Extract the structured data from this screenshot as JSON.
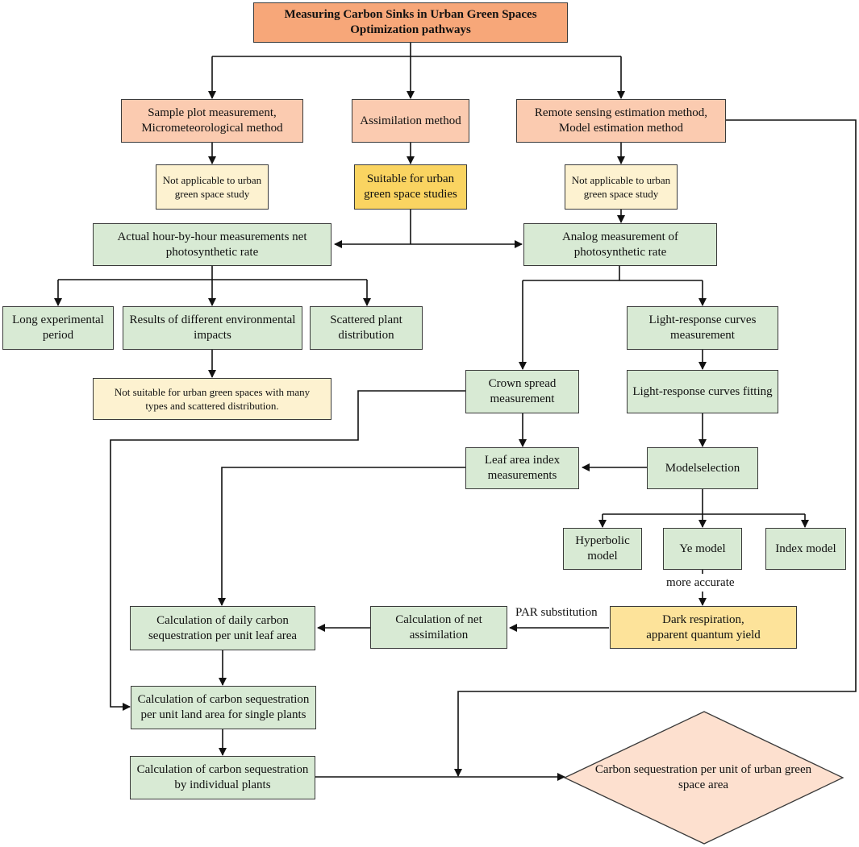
{
  "nodes": {
    "title": "Measuring Carbon Sinks in Urban Green Spaces\nOptimization pathways",
    "sample_plot": "Sample plot measurement,\nMicrometeorological method",
    "assimilation": "Assimilation method",
    "remote_sensing": "Remote sensing estimation method,\nModel estimation method",
    "not_applicable_left": "Not applicable to urban\ngreen space study",
    "suitable": "Suitable for urban\ngreen space studies",
    "not_applicable_right": "Not applicable to urban\ngreen space study",
    "actual_hourly": "Actual hour-by-hour measurements net\nphotosynthetic rate",
    "analog": "Analog measurement of\nphotosynthetic rate",
    "long_period": "Long experimental\nperiod",
    "env_impacts": "Results of different environmental\nimpacts",
    "scattered": "Scattered plant\ndistribution",
    "not_suitable": "Not suitable for urban green spaces with many\ntypes and scattered distribution.",
    "lrc_measurement": "Light-response curves\nmeasurement",
    "crown_spread": "Crown spread\nmeasurement",
    "lrc_fitting": "Light-response curves fitting",
    "leaf_area": "Leaf area index\nmeasurements",
    "model_selection": "Modelselection",
    "hyperbolic": "Hyperbolic\nmodel",
    "ye_model": "Ye model",
    "index_model": "Index model",
    "dark_respiration": "Dark respiration,\napparent quantum yield",
    "net_assimilation": "Calculation of net\nassimilation",
    "daily_carbon": "Calculation of daily carbon\nsequestration per unit leaf area",
    "land_area": "Calculation of carbon sequestration\nper unit land area for single plants",
    "individual": "Calculation of carbon sequestration\nby individual plants",
    "final": "Carbon sequestration per unit of urban green\nspace area"
  },
  "labels": {
    "more_accurate": "more accurate",
    "par_substitution": "PAR substitution"
  },
  "colors": {
    "title": "#f7a779",
    "method": "#fbcbb0",
    "note": "#fdf2d0",
    "suitable": "#fad461",
    "dark_respiration": "#fde39a",
    "step": "#d8ead4",
    "final": "#fde0cf",
    "line": "#111111"
  }
}
